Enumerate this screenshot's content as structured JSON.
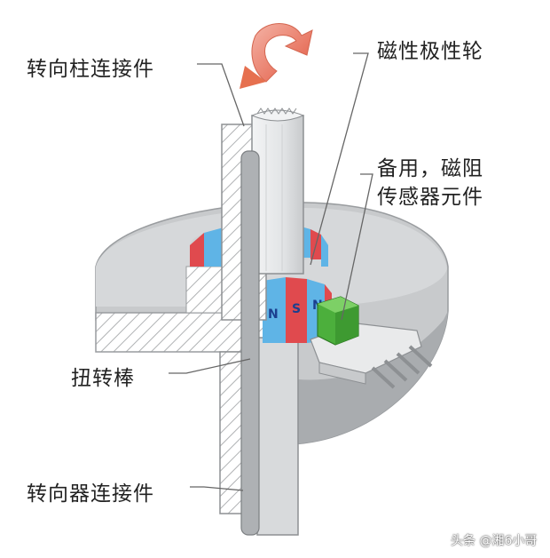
{
  "labels": {
    "steering_column_connector": "转向柱连接件",
    "magnetic_pole_wheel": "磁性极性轮",
    "backup_sensor_line1": "备用，磁阻",
    "backup_sensor_line2": "传感器元件",
    "torsion_bar": "扭转棒",
    "steering_gear_connector": "转向器连接件"
  },
  "poles": {
    "north": "N",
    "south": "S"
  },
  "watermark": "头条 @湘6小哥",
  "colors": {
    "housing": "#c9cbcd",
    "housing_dark": "#a9acaf",
    "shaft": "#e4e6e8",
    "pole_red": "#e04a4e",
    "pole_blue": "#5fb4e6",
    "sensor_green": "#4caf3c",
    "arrow": "#e8826e",
    "line": "#666666"
  }
}
